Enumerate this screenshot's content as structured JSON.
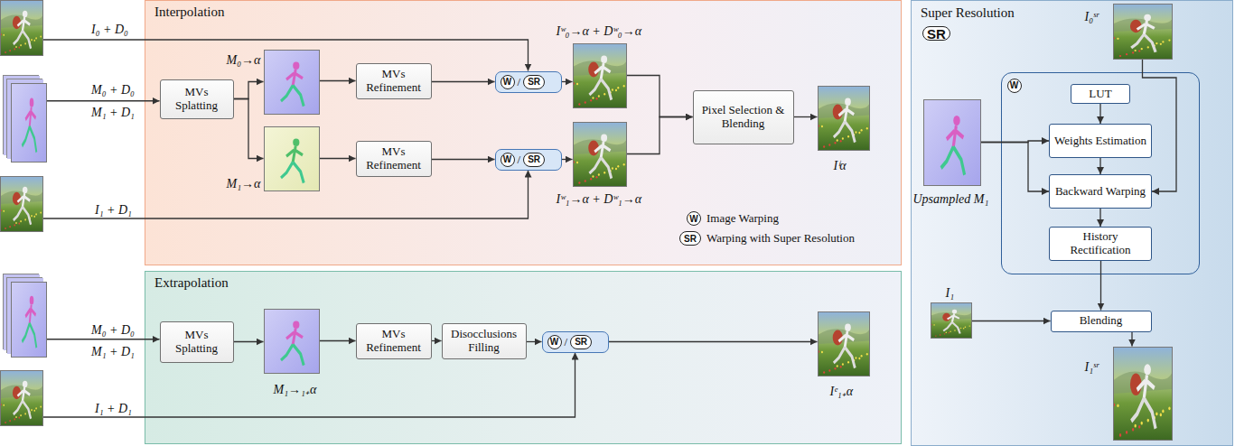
{
  "diagram": {
    "nodes": [
      {
        "text": [
          "I₀ + D₀"
        ]
      },
      {
        "text": [
          "M₀ + D₀",
          "M₁ + D₁"
        ]
      },
      {
        "text": [
          "I₁ + D₁"
        ]
      },
      {
        "text": [
          "M₀ + D₀",
          "M₁ + D₁"
        ]
      },
      {
        "text": [
          "I₁ + D₁"
        ]
      },
      {
        "text": [
          "Interpolation"
        ]
      },
      {
        "text": [
          "MVs Splatting"
        ],
        "in": 5
      },
      {
        "text": [
          "M₀→α"
        ],
        "in": 5
      },
      {
        "text": [
          "M₁→α"
        ],
        "in": 5
      },
      {
        "text": [
          "MVs Refinement"
        ],
        "in": 5
      },
      {
        "text": [
          "MVs Refinement"
        ],
        "in": 5
      },
      {
        "text": [
          "W",
          "/",
          "SR"
        ],
        "in": 5
      },
      {
        "text": [
          "W",
          "/",
          "SR"
        ],
        "in": 5
      },
      {
        "text": [
          "Iʷ₀→α + Dʷ₀→α"
        ],
        "in": 5
      },
      {
        "text": [
          "Iʷ₁→α + Dʷ₁→α"
        ],
        "in": 5
      },
      {
        "text": [
          "Pixel Selection & Blending"
        ],
        "in": 5
      },
      {
        "text": [
          "Iⁱα"
        ],
        "in": 5
      },
      {
        "text": [
          "Extrapolation"
        ]
      },
      {
        "text": [
          "MVs Splatting"
        ],
        "in": 17
      },
      {
        "text": [
          "M₁→₁₊α"
        ],
        "in": 17
      },
      {
        "text": [
          "MVs Refinement"
        ],
        "in": 17
      },
      {
        "text": [
          "Disocclusions Filling"
        ],
        "in": 17
      },
      {
        "text": [
          "W",
          "/",
          "SR"
        ],
        "in": 17
      },
      {
        "text": [
          "Iᵉ₁₊α"
        ],
        "in": 17
      },
      {
        "text": [
          "Super Resolution",
          "SR"
        ]
      },
      {
        "text": [
          "I₀ˢʳ"
        ],
        "in": 24
      },
      {
        "text": [
          "Upsampled M₁"
        ],
        "in": 24
      },
      {
        "text": [
          "W"
        ],
        "in": 24
      },
      {
        "text": [
          "LUT"
        ],
        "in": 27
      },
      {
        "text": [
          "Weights Estimation"
        ],
        "in": 27
      },
      {
        "text": [
          "Backward Warping"
        ],
        "in": 27
      },
      {
        "text": [
          "History Rectification"
        ],
        "in": 27
      },
      {
        "text": [
          "I₁"
        ],
        "in": 24
      },
      {
        "text": [
          "Blending"
        ],
        "in": 24
      },
      {
        "text": [
          "I₁ˢʳ"
        ],
        "in": 24
      }
    ],
    "edges": [
      {
        "from": 0,
        "to": 11,
        "arrow": "to"
      },
      {
        "from": 1,
        "to": 6,
        "arrow": "to"
      },
      {
        "from": 6,
        "to": 7,
        "arrow": "to"
      },
      {
        "from": 6,
        "to": 8,
        "arrow": "to"
      },
      {
        "from": 7,
        "to": 9,
        "arrow": "to"
      },
      {
        "from": 8,
        "to": 10,
        "arrow": "to"
      },
      {
        "from": 9,
        "to": 11,
        "arrow": "to"
      },
      {
        "from": 10,
        "to": 12,
        "arrow": "to"
      },
      {
        "from": 2,
        "to": 12,
        "arrow": "to"
      },
      {
        "from": 11,
        "to": 13,
        "arrow": "to"
      },
      {
        "from": 12,
        "to": 14,
        "arrow": "to"
      },
      {
        "from": 13,
        "to": 15,
        "arrow": "to"
      },
      {
        "from": 14,
        "to": 15,
        "arrow": "to"
      },
      {
        "from": 15,
        "to": 16,
        "arrow": "to"
      },
      {
        "from": 3,
        "to": 18,
        "arrow": "to"
      },
      {
        "from": 18,
        "to": 19,
        "arrow": "to"
      },
      {
        "from": 19,
        "to": 20,
        "arrow": "to"
      },
      {
        "from": 20,
        "to": 21,
        "arrow": "to"
      },
      {
        "from": 21,
        "to": 22,
        "arrow": "to"
      },
      {
        "from": 4,
        "to": 22,
        "arrow": "to"
      },
      {
        "from": 22,
        "to": 23,
        "arrow": "to"
      },
      {
        "from": 25,
        "to": 30,
        "arrow": "to"
      },
      {
        "from": 28,
        "to": 29,
        "arrow": "to"
      },
      {
        "from": 29,
        "to": 30,
        "arrow": "to"
      },
      {
        "from": 30,
        "to": 31,
        "arrow": "to"
      },
      {
        "from": 26,
        "to": 29,
        "arrow": "to"
      },
      {
        "from": 26,
        "to": 30,
        "arrow": "to"
      },
      {
        "from": 31,
        "to": 33,
        "arrow": "to"
      },
      {
        "from": 32,
        "to": 33,
        "arrow": "to"
      },
      {
        "from": 33,
        "to": 34,
        "arrow": "to"
      }
    ],
    "labels": [
      "W",
      "SR"
    ],
    "legend": [
      {
        "text": "Image Warping"
      },
      {
        "text": "Warping with Super Resolution"
      }
    ]
  }
}
